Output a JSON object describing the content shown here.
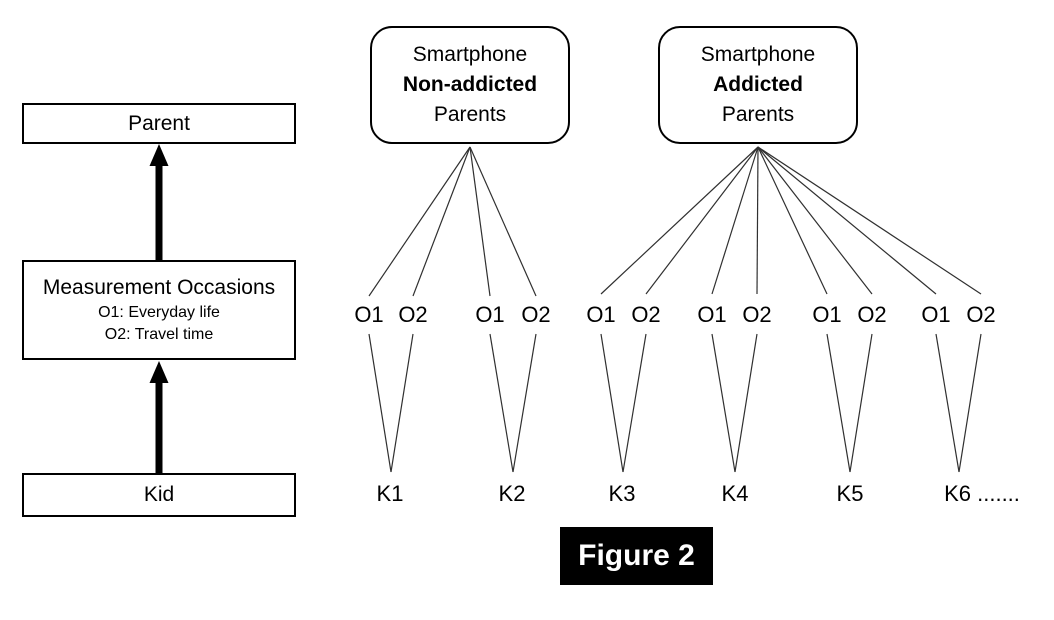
{
  "figure_caption": "Figure 2",
  "colors": {
    "ink": "#000000",
    "connector_line": "#303030",
    "background": "#ffffff",
    "caption_bg": "#000000",
    "caption_fg": "#ffffff"
  },
  "left_flow": {
    "parent_label": "Parent",
    "occasions": {
      "title": "Measurement Occasions",
      "line1": "O1: Everyday life",
      "line2": "O2: Travel time"
    },
    "kid_label": "Kid"
  },
  "parent_groups": [
    {
      "line1": "Smartphone",
      "line2": "Non-addicted",
      "line3": "Parents"
    },
    {
      "line1": "Smartphone",
      "line2": "Addicted",
      "line3": "Parents"
    }
  ],
  "kids": [
    {
      "label": "K1",
      "occasions": [
        "O1",
        "O2"
      ]
    },
    {
      "label": "K2",
      "occasions": [
        "O1",
        "O2"
      ]
    },
    {
      "label": "K3",
      "occasions": [
        "O1",
        "O2"
      ]
    },
    {
      "label": "K4",
      "occasions": [
        "O1",
        "O2"
      ]
    },
    {
      "label": "K5",
      "occasions": [
        "O1",
        "O2"
      ]
    },
    {
      "label": "K6 .......",
      "occasions": [
        "O1",
        "O2"
      ]
    }
  ]
}
